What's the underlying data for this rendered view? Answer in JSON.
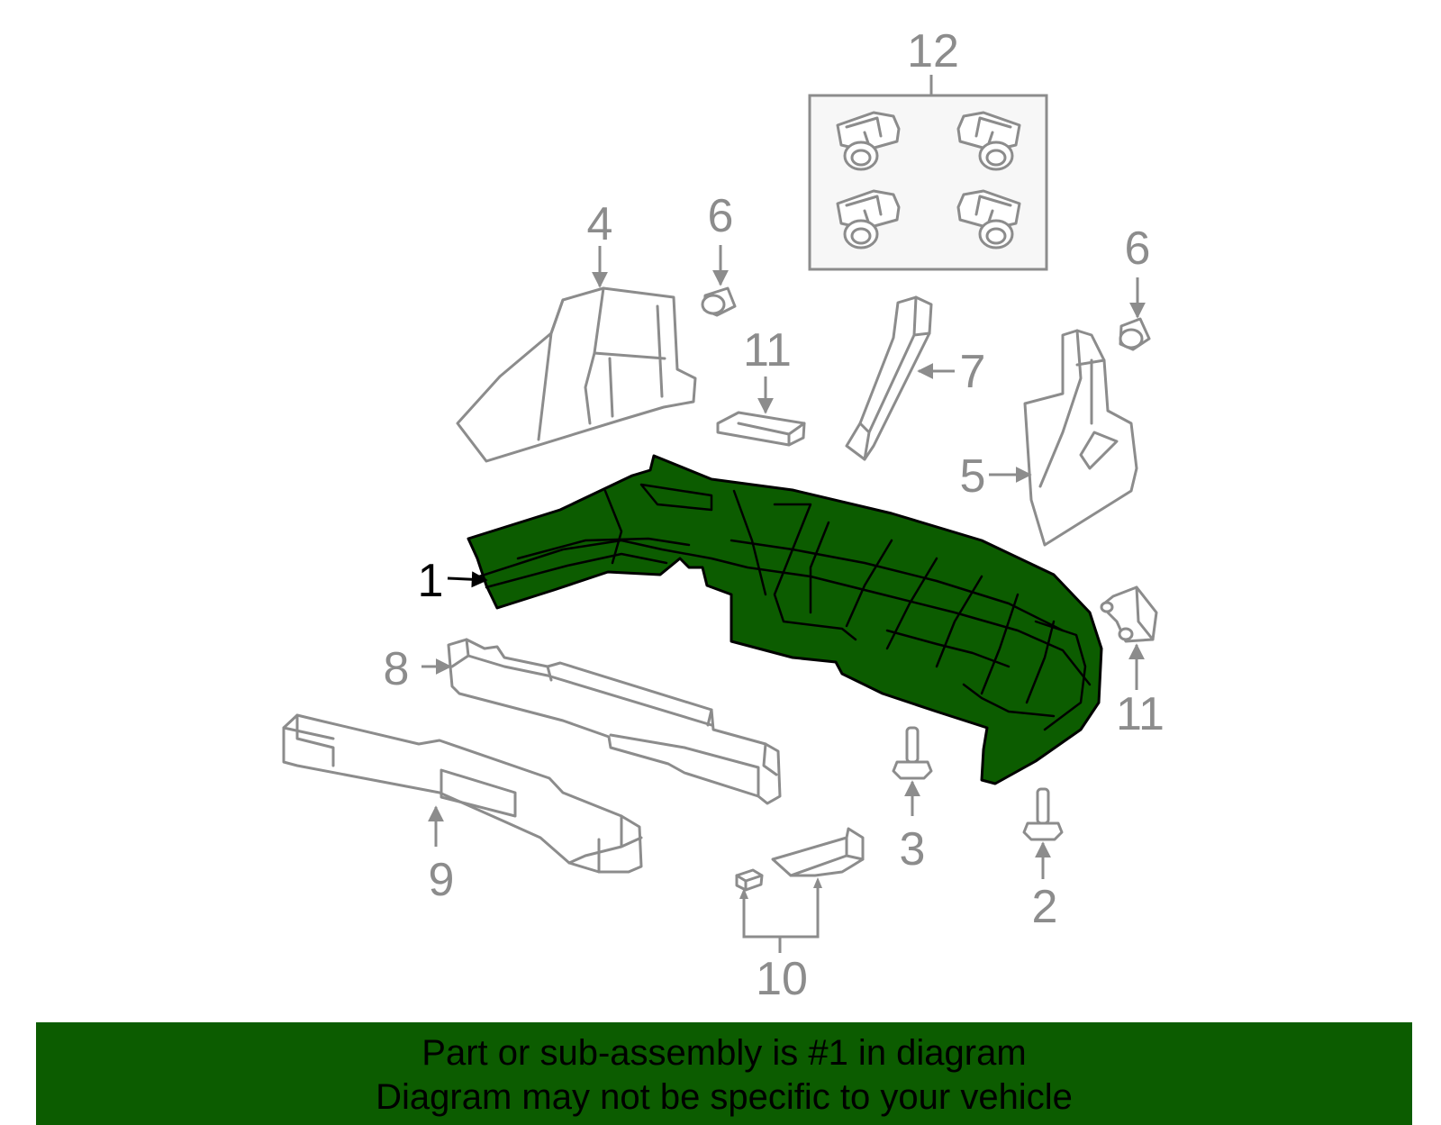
{
  "colors": {
    "highlight_fill": "#0c5c00",
    "outline_gray": "#8c8c8c",
    "banner_background": "#0c5c00",
    "banner_text": "#000000"
  },
  "highlighted_callout": "1",
  "callouts": {
    "c1": "1",
    "c2": "2",
    "c3": "3",
    "c4": "4",
    "c5": "5",
    "c6a": "6",
    "c6b": "6",
    "c7": "7",
    "c8": "8",
    "c9": "9",
    "c10": "10",
    "c11a": "11",
    "c11b": "11",
    "c12": "12"
  },
  "banner": {
    "line1": "Part or sub-assembly is #1 in diagram",
    "line2": "Diagram may not be specific to your vehicle"
  }
}
